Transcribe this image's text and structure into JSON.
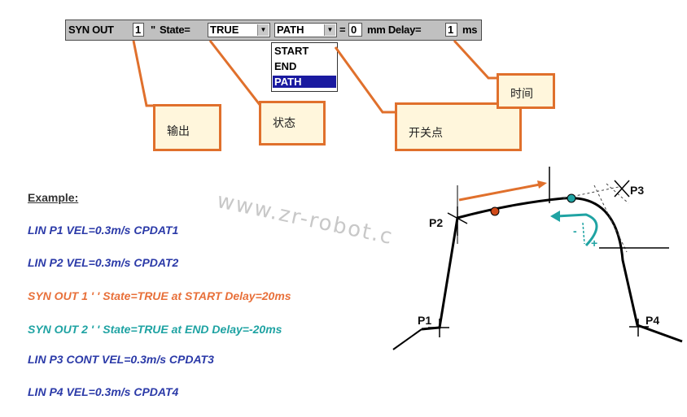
{
  "toolbar": {
    "syn_out_label": "SYN OUT",
    "output_value": "1",
    "quote": "\"",
    "state_label": "State=",
    "state_value": "TRUE",
    "path_value": "PATH",
    "equals": "=",
    "distance_value": "0",
    "mm_delay_label": "mm Delay=",
    "delay_value": "1",
    "ms_label": "ms"
  },
  "dropdown": {
    "options": [
      "START",
      "END",
      "PATH"
    ],
    "selected": "PATH"
  },
  "callouts": {
    "output": "输出",
    "state": "状态",
    "switch_point": "开关点",
    "time": "时间"
  },
  "example": {
    "title": "Example:",
    "lines": [
      {
        "text": "LIN P1 VEL=0.3m/s CPDAT1",
        "color": "#2b3aa8"
      },
      {
        "text": "LIN P2 VEL=0.3m/s CPDAT2",
        "color": "#2b3aa8"
      },
      {
        "text": "SYN OUT 1 ' ' State=TRUE at START Delay=20ms",
        "color": "#e8703a"
      },
      {
        "text": "SYN OUT 2 ' ' State=TRUE at END Delay=-20ms",
        "color": "#1fa3a3"
      },
      {
        "text": "LIN P3 CONT VEL=0.3m/s CPDAT3",
        "color": "#2b3aa8"
      },
      {
        "text": "LIN P4 VEL=0.3m/s CPDAT4",
        "color": "#2b3aa8"
      }
    ]
  },
  "watermark": "www.zr-robot.c",
  "diagram": {
    "p1": "P1",
    "p2": "P2",
    "p3": "P3",
    "p4": "P4",
    "minus": "-",
    "plus": "+"
  },
  "colors": {
    "accent": "#e0702c",
    "blue_text": "#2b3aa8",
    "orange_text": "#e8703a",
    "teal": "#1fa3a3"
  }
}
